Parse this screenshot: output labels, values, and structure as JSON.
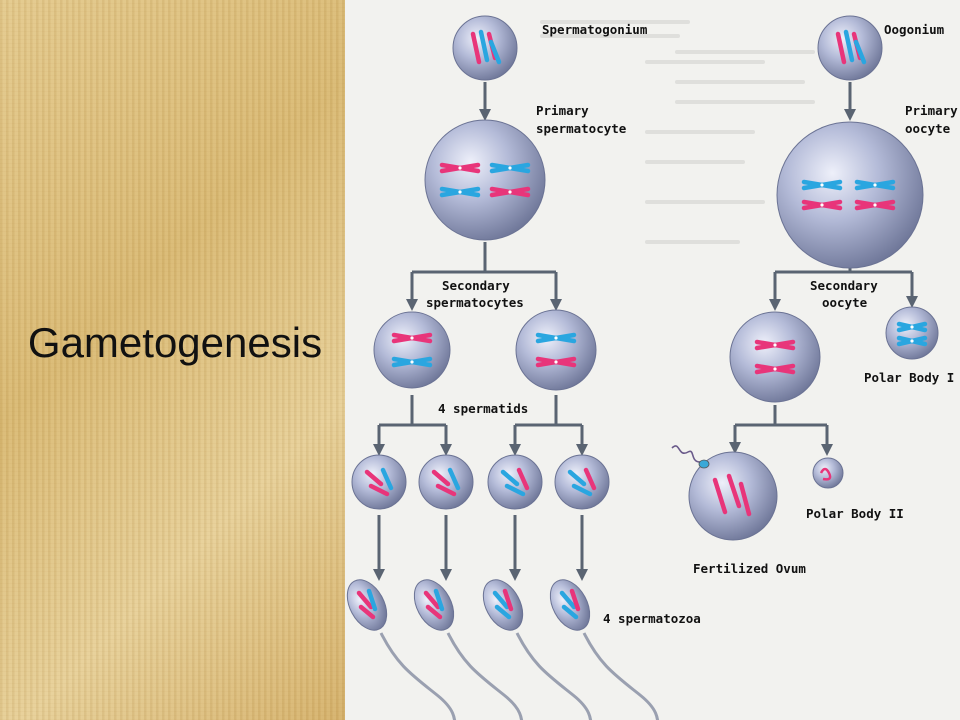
{
  "slide": {
    "title": "Gametogenesis"
  },
  "diagram": {
    "labels": {
      "spermatogonium": "Spermatogonium",
      "primary_spermatocyte_1": "Primary",
      "primary_spermatocyte_2": "spermatocyte",
      "secondary_spermatocytes_1": "Secondary",
      "secondary_spermatocytes_2": "spermatocytes",
      "spermatids": "4 spermatids",
      "spermatozoa": "4 spermatozoa",
      "oogonium": "Oogonium",
      "primary_oocyte_1": "Primary",
      "primary_oocyte_2": "oocyte",
      "secondary_oocyte_1": "Secondary",
      "secondary_oocyte_2": "oocyte",
      "polar_body_1": "Polar Body I",
      "polar_body_2": "Polar Body II",
      "fertilized_ovum": "Fertilized Ovum"
    },
    "colors": {
      "pink": "#e8357a",
      "blue": "#2aa6e0",
      "cell": "#9aa2c4",
      "arrow": "#5a6472"
    }
  }
}
